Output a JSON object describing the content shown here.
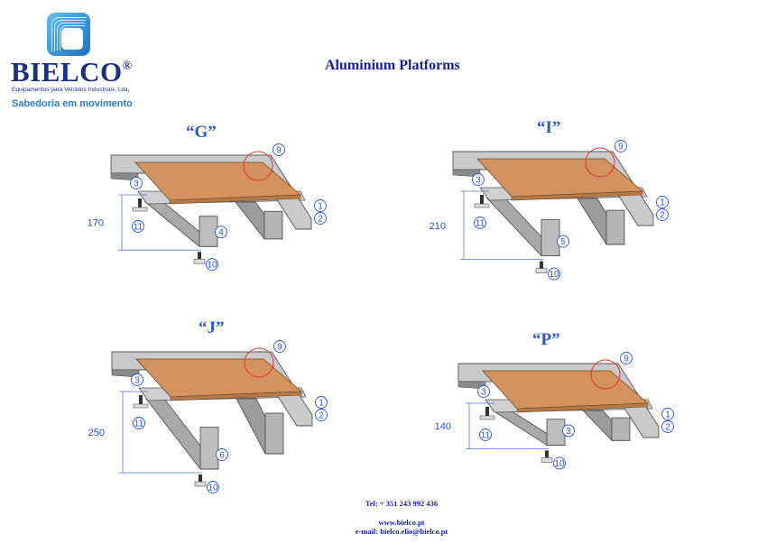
{
  "header": {
    "brand": "BIELCO",
    "registered": "®",
    "brand_subtitle": "Equipamentos para Veículos Industriais, Lda,",
    "slogan": "Sabedoria em movimento",
    "title": "Aluminium Platforms"
  },
  "colors": {
    "title": "#1a1aa8",
    "label": "#2a56d0",
    "board": "#d4935e",
    "highlight": "#e03030"
  },
  "platforms": [
    {
      "title": "“G”",
      "dimension": "170",
      "callouts": {
        "corner": "9",
        "top_rail": "1",
        "bottom_rail": "2",
        "floor_clip": "3",
        "bolt": "11",
        "beam": "4",
        "foot_bolt": "10"
      }
    },
    {
      "title": "“I”",
      "dimension": "210",
      "callouts": {
        "corner": "9",
        "top_rail": "1",
        "bottom_rail": "2",
        "floor_clip": "3",
        "bolt": "11",
        "beam": "5",
        "foot_bolt": "10"
      }
    },
    {
      "title": "“J”",
      "dimension": "250",
      "callouts": {
        "corner": "9",
        "top_rail": "1",
        "bottom_rail": "2",
        "floor_clip": "3",
        "bolt": "11",
        "beam": "6",
        "foot_bolt": "10"
      }
    },
    {
      "title": "“P”",
      "dimension": "140",
      "callouts": {
        "corner": "9",
        "top_rail": "1",
        "bottom_rail": "2",
        "floor_clip": "3",
        "bolt": "11",
        "beam": "3",
        "foot_bolt": "10"
      }
    }
  ],
  "footer": {
    "tel": "Tel: + 351 243 992 436",
    "web": "www.bielco.pt",
    "email": "e-mail: bielco.elio@bielco.pt"
  }
}
